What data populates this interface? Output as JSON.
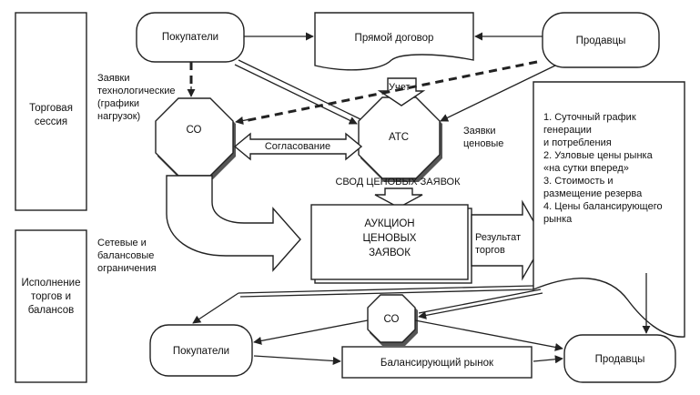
{
  "nodes": {
    "trading_session": [
      "Торговая",
      "сессия"
    ],
    "execution": [
      "Исполнение",
      "торгов и",
      "балансов"
    ],
    "buyers_top": "Покупатели",
    "direct_contract": "Прямой договор",
    "sellers_top": "Продавцы",
    "so_top": "СО",
    "ats": "АТС",
    "auction": [
      "АУКЦИОН",
      "ЦЕНОВЫХ",
      "ЗАЯВОК"
    ],
    "so_bottom": "СО",
    "buyers_bottom": "Покупатели",
    "balancing_market": "Балансирующий рынок",
    "sellers_bottom": "Продавцы"
  },
  "labels": {
    "tech_bids": [
      "Заявки",
      "технологические",
      "(графики",
      "нагрузок)"
    ],
    "accounting": "Учет",
    "price_bids": [
      "Заявки",
      "ценовые"
    ],
    "coordination": "Согласование",
    "price_bids_summary": "СВОД ЦЕНОВЫХ ЗАЯВОК",
    "network_limits": [
      "Сетевые и",
      "балансовые",
      "ограничения"
    ],
    "trade_results": [
      "Результат",
      "торгов"
    ]
  },
  "results_list": [
    "1. Суточный график",
    "генерации",
    "и потребления",
    "2. Узловые цены рынка",
    "«на сутки вперед»",
    "3. Стоимость и",
    "размещение резерва",
    "4. Цены балансирующего",
    "рынка"
  ]
}
